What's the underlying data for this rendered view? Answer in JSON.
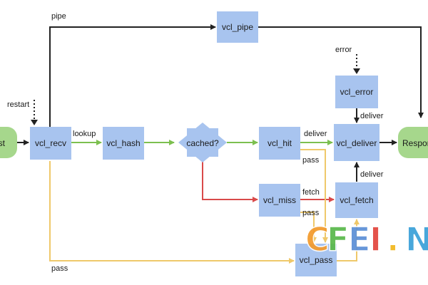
{
  "colors": {
    "node_fill": "#a8c4ef",
    "terminal_fill": "#a6d78c",
    "decision_fill": "#a8c4ef",
    "edge_black": "#222222",
    "edge_green": "#7cbf4f",
    "edge_red": "#d94a4a",
    "edge_yellow": "#efc86a"
  },
  "nodes": {
    "request": "est",
    "recv": "vcl_recv",
    "hash": "vcl_hash",
    "cached": "cached?",
    "hit": "vcl_hit",
    "miss": "vcl_miss",
    "pass_node": "vcl_pass",
    "pipe": "vcl_pipe",
    "error": "vcl_error",
    "deliver": "vcl_deliver",
    "fetch": "vcl_fetch",
    "response": "Respon"
  },
  "edge_labels": {
    "pipe": "pipe",
    "restart": "restart",
    "lookup": "lookup",
    "error": "error",
    "deliver_from_error": "deliver",
    "deliver_from_hit": "deliver",
    "pass_from_hit": "pass",
    "fetch": "fetch",
    "pass_from_miss": "pass",
    "deliver_from_fetch": "deliver",
    "pass_bottom": "pass"
  },
  "watermark": {
    "text": "CFEI.NE",
    "colors": [
      "#f39a2b",
      "#58b84a",
      "#5b8fd6",
      "#e2453c",
      "#f1b71c",
      "#39a0d8",
      "#58b84a"
    ]
  }
}
